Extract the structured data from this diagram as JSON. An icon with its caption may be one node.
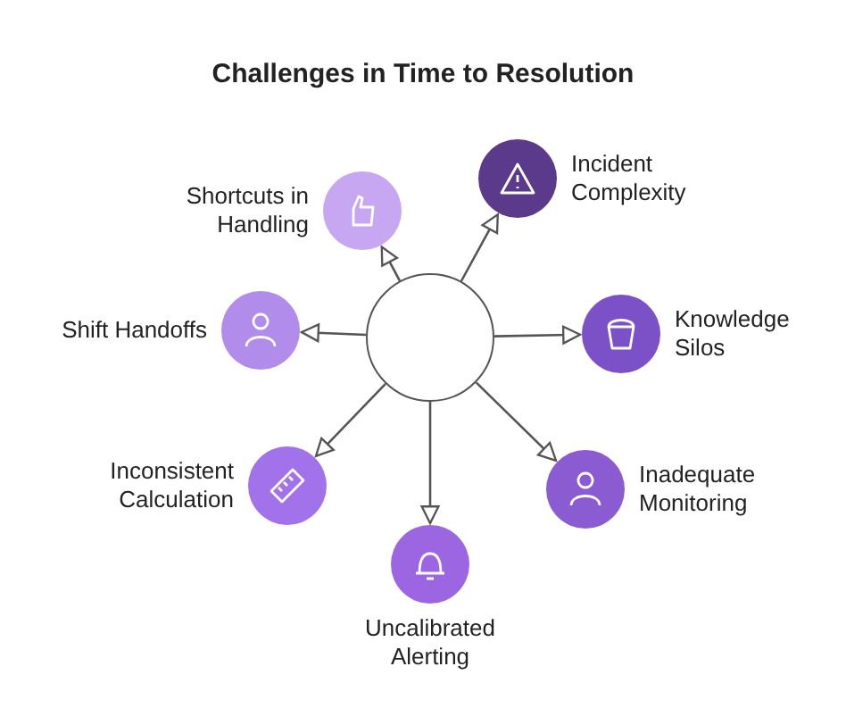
{
  "diagram": {
    "title": "Challenges in Time to Resolution",
    "nodes": [
      {
        "text": [],
        "shape": "circle"
      },
      {
        "text": [
          "Shortcuts in Handling"
        ]
      },
      {
        "text": [
          "Incident Complexity"
        ]
      },
      {
        "text": [
          "Knowledge Silos"
        ]
      },
      {
        "text": [
          "Inadequate Monitoring"
        ]
      },
      {
        "text": [
          "Uncalibrated Alerting"
        ]
      },
      {
        "text": [
          "Inconsistent Calculation"
        ]
      },
      {
        "text": [
          "Shift Handoffs"
        ]
      }
    ],
    "edges": [
      {
        "from": 0,
        "to": 1,
        "arrow": "to"
      },
      {
        "from": 0,
        "to": 2,
        "arrow": "to"
      },
      {
        "from": 0,
        "to": 3,
        "arrow": "to"
      },
      {
        "from": 0,
        "to": 4,
        "arrow": "to"
      },
      {
        "from": 0,
        "to": 5,
        "arrow": "to"
      },
      {
        "from": 0,
        "to": 6,
        "arrow": "to"
      },
      {
        "from": 0,
        "to": 7,
        "arrow": "to"
      }
    ]
  }
}
